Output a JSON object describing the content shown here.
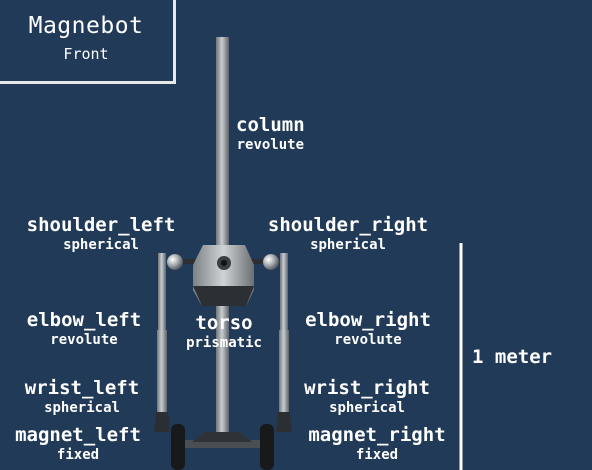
{
  "title": {
    "main": "Magnebot",
    "sub": "Front"
  },
  "joints": {
    "column": {
      "name": "column",
      "type": "revolute"
    },
    "shoulder_left": {
      "name": "shoulder_left",
      "type": "spherical"
    },
    "shoulder_right": {
      "name": "shoulder_right",
      "type": "spherical"
    },
    "elbow_left": {
      "name": "elbow_left",
      "type": "revolute"
    },
    "elbow_right": {
      "name": "elbow_right",
      "type": "revolute"
    },
    "torso": {
      "name": "torso",
      "type": "prismatic"
    },
    "wrist_left": {
      "name": "wrist_left",
      "type": "spherical"
    },
    "wrist_right": {
      "name": "wrist_right",
      "type": "spherical"
    },
    "magnet_left": {
      "name": "magnet_left",
      "type": "fixed"
    },
    "magnet_right": {
      "name": "magnet_right",
      "type": "fixed"
    }
  },
  "scale": {
    "label": "1 meter"
  },
  "colors": {
    "background": "#203a58",
    "metal": "#9aa0a5",
    "text": "#ffffff"
  }
}
